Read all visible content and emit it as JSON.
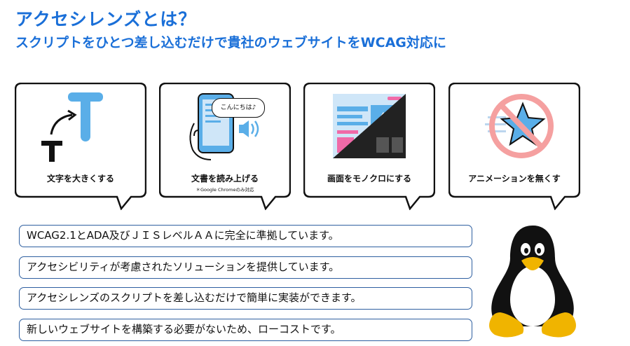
{
  "header": {
    "title": "アクセシレンズとは？",
    "subtitle": "スクリプトをひとつ差し込むだけで貴社のウェブサイトをWCAG対応に"
  },
  "features": [
    {
      "label": "文字を大きくする",
      "icon": "text-enlarge-icon"
    },
    {
      "label": "文書を読み上げる",
      "note": "＊Google Chromeのみ対応",
      "icon": "read-aloud-icon",
      "bubble_text": "こんにちは♪"
    },
    {
      "label": "画面をモノクロにする",
      "icon": "monochrome-icon"
    },
    {
      "label": "アニメーションを無くす",
      "icon": "no-animation-icon"
    }
  ],
  "points": [
    "WCAG2.1とADA及びＪＩＳレベルＡＡに完全に準拠しています。",
    "アクセシビリティが考慮されたソリューションを提供しています。",
    "アクセシレンズのスクリプトを差し込むだけで簡単に実装ができます。",
    "新しいウェブサイトを構築する必要がないため、ローコストです。"
  ],
  "colors": {
    "accent": "#1a6fd8",
    "icon_blue": "#5aaee8",
    "pink": "#f06aa8",
    "box_border": "#2e5fa0"
  }
}
